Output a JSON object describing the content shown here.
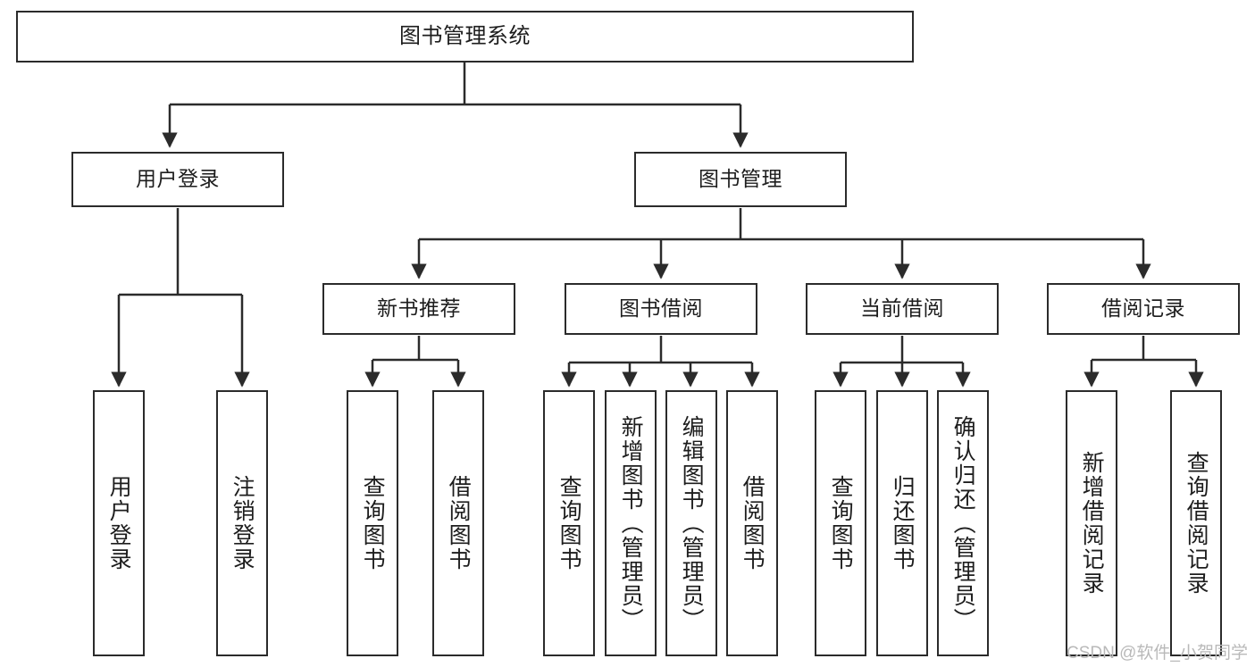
{
  "diagram": {
    "title": "图书管理系统",
    "type": "functional-structure-tree",
    "watermark": "CSDN @软件_小贺同学",
    "colors": {
      "box_border": "#2b2b2b",
      "box_fill": "#ffffff",
      "edge": "#2b2b2b",
      "text": "#1d1d1d",
      "watermark": "#b9b9b9",
      "background": "#ffffff"
    },
    "nodes": {
      "root": {
        "label": "图书管理系统"
      },
      "level2": [
        {
          "label": "用户登录"
        },
        {
          "label": "图书管理"
        }
      ],
      "level3": [
        {
          "label": "新书推荐"
        },
        {
          "label": "图书借阅"
        },
        {
          "label": "当前借阅"
        },
        {
          "label": "借阅记录"
        }
      ],
      "leaves": {
        "user_login": [
          {
            "label": "用户登录"
          },
          {
            "label": "注销登录"
          }
        ],
        "new_book": [
          {
            "label": "查询图书"
          },
          {
            "label": "借阅图书"
          }
        ],
        "book_borrow": [
          {
            "label": "查询图书"
          },
          {
            "label": "新增图书（管理员）"
          },
          {
            "label": "编辑图书（管理员）"
          },
          {
            "label": "借阅图书"
          }
        ],
        "current_borrow": [
          {
            "label": "查询图书"
          },
          {
            "label": "归还图书"
          },
          {
            "label": "确认归还（管理员）"
          }
        ],
        "borrow_record": [
          {
            "label": "新增借阅记录"
          },
          {
            "label": "查询借阅记录"
          }
        ]
      }
    }
  }
}
